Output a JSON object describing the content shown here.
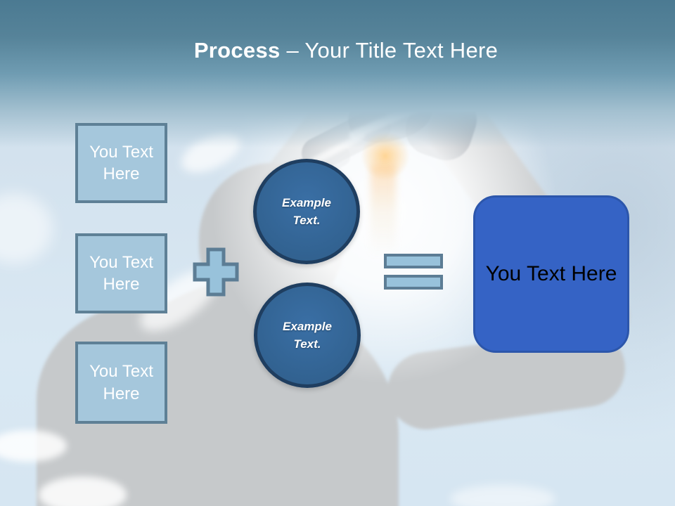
{
  "slide": {
    "title": {
      "bold": "Process",
      "rest": " – Your Title Text Here"
    },
    "left_boxes": [
      {
        "label": "You Text Here"
      },
      {
        "label": "You Text Here"
      },
      {
        "label": "You Text Here"
      }
    ],
    "icons": {
      "plus": "plus-icon",
      "equals": "equals-icon"
    },
    "circles": [
      {
        "label": "Example Text."
      },
      {
        "label": "Example Text."
      }
    ],
    "result_box": {
      "label": "You Text Here"
    },
    "colors": {
      "header_top": "#4b7a92",
      "shape_light_fill": "#a5c7dc",
      "shape_light_border": "#5e8096",
      "operator_fill": "#98c2db",
      "operator_border": "#5c7d95",
      "circle_fill": "#35689b",
      "circle_border": "#1f3e60",
      "result_fill": "#3563c5",
      "result_border": "#2c56ab",
      "title_color": "#ffffff",
      "silhouette_gray": "#c6c9cb"
    }
  }
}
